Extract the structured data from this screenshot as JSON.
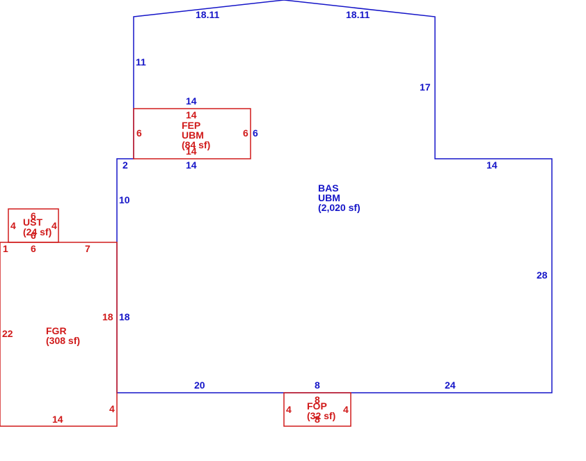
{
  "colors": {
    "main_structure": "#1515c8",
    "sub_areas": "#d01a1a"
  },
  "areas": {
    "bas": {
      "code": "BAS",
      "class": "UBM",
      "area": "(2,020 sf)"
    },
    "fep": {
      "code": "FEP",
      "class": "UBM",
      "area": "(84 sf)"
    },
    "ust": {
      "code": "UST",
      "area": "(24 sf)"
    },
    "fgr": {
      "code": "FGR",
      "area": "(308 sf)"
    },
    "fop": {
      "code": "FOP",
      "area": "(32 sf)"
    }
  },
  "dims": {
    "bas": {
      "roof_left": "18.11",
      "roof_right": "18.11",
      "upper_left": "11",
      "upper_right": "17",
      "porch_top": "14",
      "porch_right": "6",
      "step_left": "2",
      "step_mid": "14",
      "step_right": "14",
      "left_upper": "10",
      "right": "28",
      "left_lower": "18",
      "bottom_left": "20",
      "bottom_mid": "8",
      "bottom_right": "24"
    },
    "fep": {
      "top": "14",
      "left": "6",
      "right": "6",
      "bottom": "14"
    },
    "ust": {
      "top": "6",
      "left": "4",
      "right": "4",
      "bottom": "6"
    },
    "fgr": {
      "top_a": "6",
      "top_b": "7",
      "top_corner": "1",
      "left": "22",
      "right": "18",
      "bottom": "14",
      "right_corner": "4"
    },
    "fop": {
      "top": "8",
      "left": "4",
      "right": "4",
      "bottom": "8"
    }
  }
}
